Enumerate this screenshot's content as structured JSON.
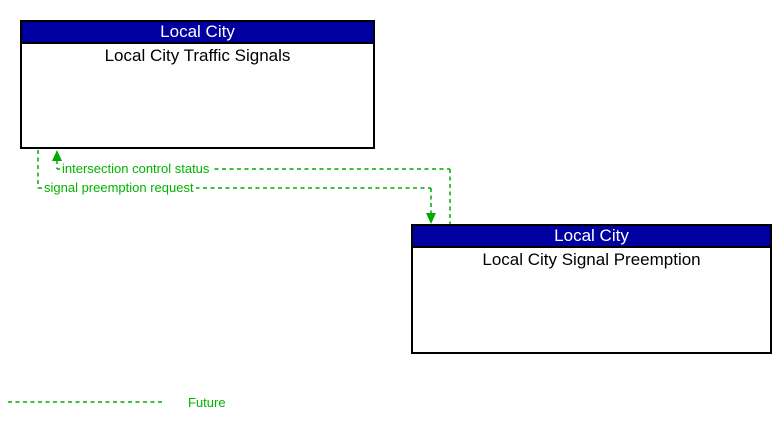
{
  "diagram": {
    "boxes": [
      {
        "id": "traffic-signals",
        "header": "Local City",
        "title": "Local City Traffic Signals"
      },
      {
        "id": "signal-preemption",
        "header": "Local City",
        "title": "Local City Signal Preemption"
      }
    ],
    "flows": [
      {
        "label": "intersection control status",
        "from": "signal-preemption",
        "to": "traffic-signals",
        "status": "future",
        "line_style": "dashed"
      },
      {
        "label": "signal preemption request",
        "from": "traffic-signals",
        "to": "signal-preemption",
        "status": "future",
        "line_style": "dashed"
      }
    ],
    "legend": {
      "label": "Future",
      "line_style": "dashed"
    },
    "colors": {
      "background": "#FFFFFF",
      "box_border": "#000000",
      "header_bg": "#0000A0",
      "header_text": "#FFFFFF",
      "box_title_text": "#000000",
      "flow_line": "#00AA00",
      "flow_text": "#00B400"
    }
  }
}
